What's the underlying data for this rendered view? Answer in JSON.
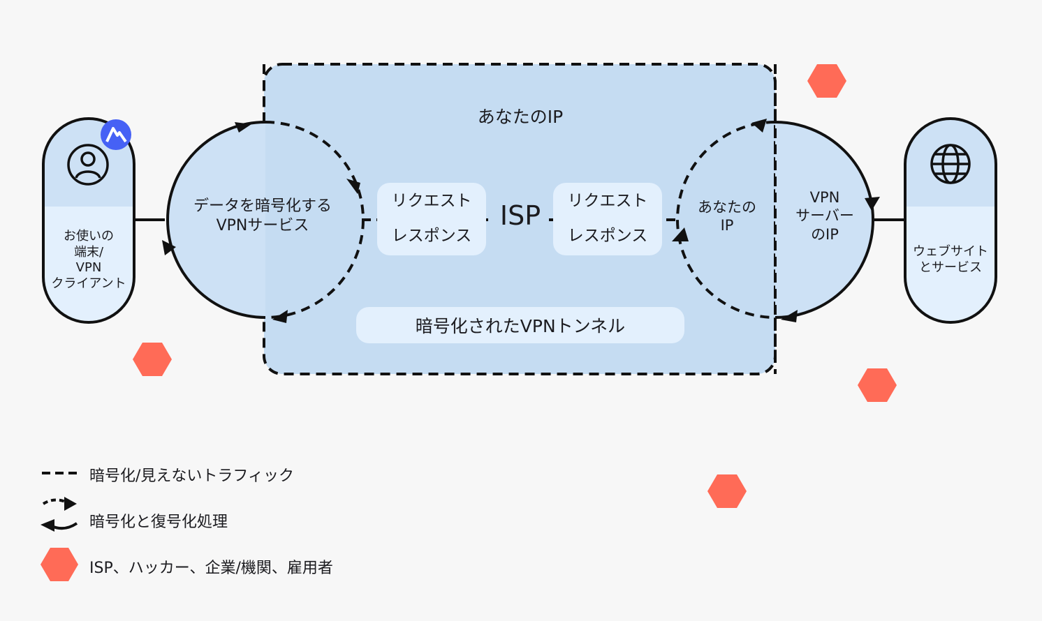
{
  "labels": {
    "device": "お使いの\n端末/\nVPN\nクライアント",
    "vpn_service": "データを暗号化する\nVPNサービス",
    "your_ip_top": "あなたのIP",
    "request_1": "リクエスト",
    "response_1": "レスポンス",
    "isp": "ISP",
    "request_2": "リクエスト",
    "response_2": "レスポンス",
    "your_ip_right": "あなたの\nIP",
    "vpn_server_ip": "VPN\nサーバー\nのIP",
    "websites": "ウェブサイト\nとサービス",
    "tunnel": "暗号化されたVPNトンネル"
  },
  "legend": {
    "encrypted_traffic": "暗号化/見えないトラフィック",
    "encrypt_decrypt": "暗号化と復号化処理",
    "observers": "ISP、ハッカー、企業/機関、雇用者"
  },
  "icons": {
    "device": "user-icon",
    "badge": "nordvpn-logo-icon",
    "websites": "globe-icon",
    "observer": "hexagon-icon"
  },
  "colors": {
    "tunnel_fill": "#c5dcf2",
    "node_fill": "#cde1f5",
    "pill_fill": "#e3f0fd",
    "outline": "#111111",
    "hexagon": "#ff6b57",
    "badge": "#4661f5"
  }
}
